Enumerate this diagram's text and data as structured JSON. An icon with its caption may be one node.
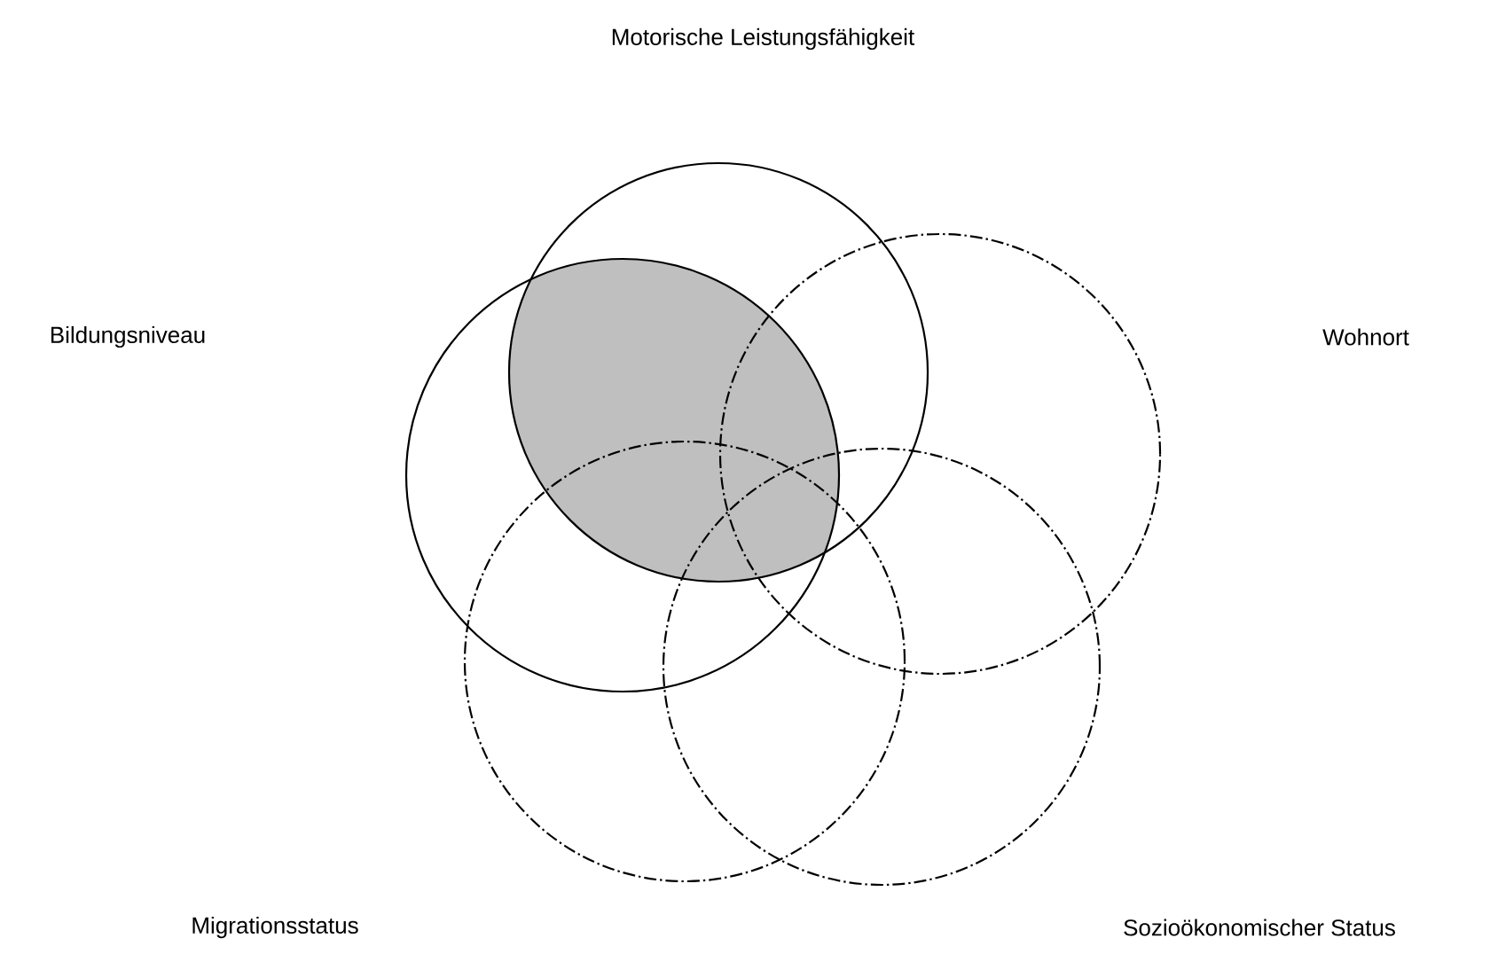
{
  "diagram": {
    "nodes": [
      {
        "text": [],
        "shape": "circle"
      },
      {
        "text": [],
        "shape": "circle"
      },
      {
        "text": [],
        "shape": "circle"
      },
      {
        "text": [],
        "shape": "circle"
      },
      {
        "text": [],
        "shape": "circle"
      },
      {
        "text": [],
        "shape": "lens"
      }
    ],
    "labels": [
      "Motorische Leistungsfähigkeit",
      "Bildungsniveau",
      "Wohnort",
      "Migrationsstatus",
      "Sozioökonomischer Status"
    ]
  }
}
